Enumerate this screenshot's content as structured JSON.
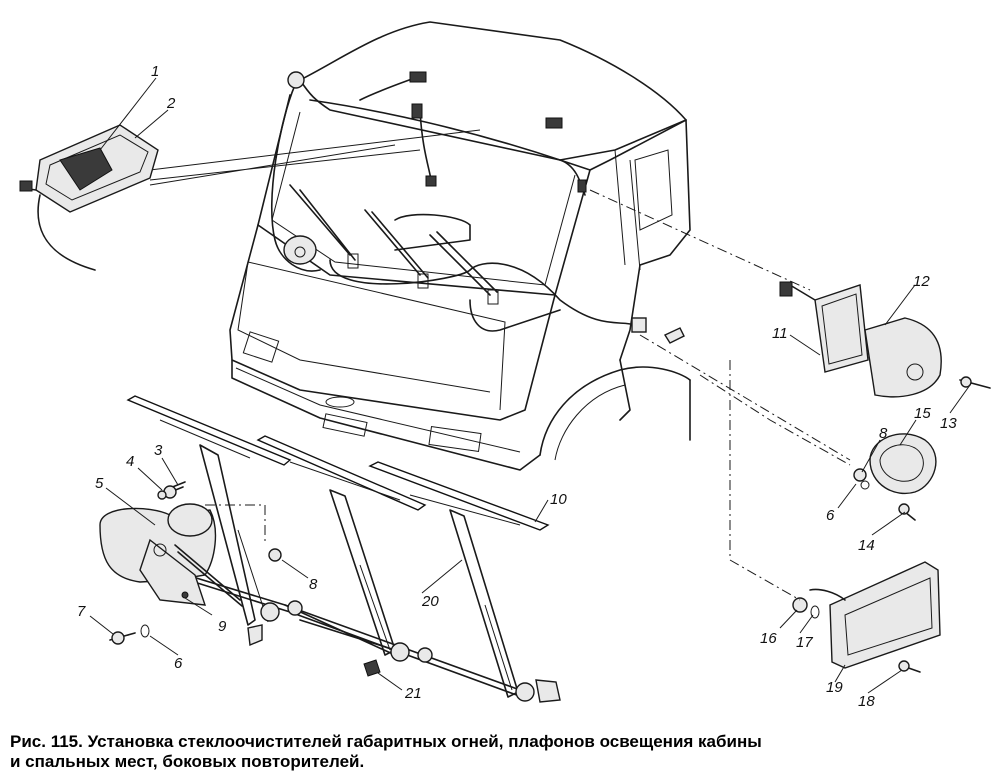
{
  "callouts": {
    "c1": "1",
    "c2": "2",
    "c3": "3",
    "c4": "4",
    "c5": "5",
    "c6a": "6",
    "c6b": "6",
    "c7": "7",
    "c8a": "8",
    "c8b": "8",
    "c9": "9",
    "c10": "10",
    "c11": "11",
    "c12": "12",
    "c13": "13",
    "c14": "14",
    "c15": "15",
    "c16": "16",
    "c17": "17",
    "c18": "18",
    "c19": "19",
    "c20": "20",
    "c21": "21"
  },
  "caption": {
    "line1": "Рис. 115. Установка стеклоочистителей габаритных огней, плафонов освещения кабины",
    "line2": "и спальных мест, боковых повторителей."
  }
}
